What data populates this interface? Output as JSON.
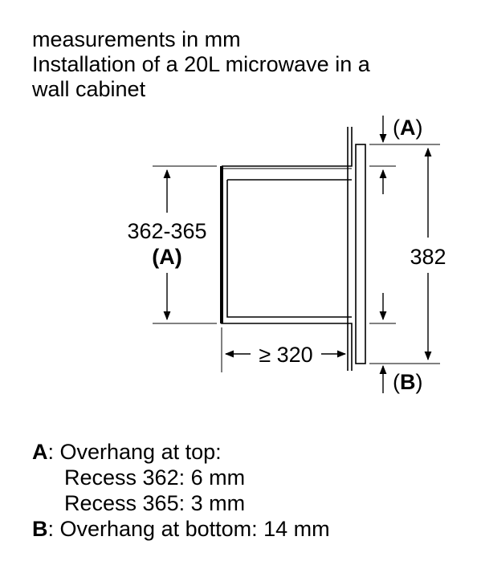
{
  "heading": {
    "line1": "measurements in mm",
    "line2": "Installation of a 20L microwave in a",
    "line3": "wall cabinet"
  },
  "dimensions": {
    "height_range": "362-365",
    "height_marker": "(A)",
    "depth": "≥ 320",
    "total_height": "382",
    "top_marker": "(A)",
    "bottom_marker": "(B)"
  },
  "legend": {
    "a_key": "A",
    "a_title": ": Overhang at top:",
    "a_line1": "Recess 362: 6 mm",
    "a_line2": "Recess 365: 3 mm",
    "b_key": "B",
    "b_text": ": Overhang at bottom: 14 mm"
  }
}
